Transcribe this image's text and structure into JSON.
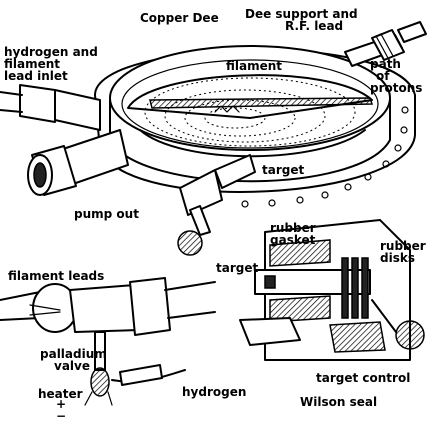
{
  "labels": {
    "copper_dee": "Copper Dee",
    "dee_support": [
      "Dee support and",
      "R.F. lead"
    ],
    "hydrogen_inlet": [
      "hydrogen and",
      "filament",
      "lead inlet"
    ],
    "filament": "filament",
    "path_of_protons": [
      "path",
      "of",
      "protons"
    ],
    "target_top": "target",
    "pump_out": "pump out",
    "rubber_gasket": [
      "rubber",
      "gasket"
    ],
    "rubber_disks": [
      "rubber",
      "disks"
    ],
    "target_seal": "target",
    "filament_leads": "filament leads",
    "palladium_valve": [
      "palladium",
      "valve"
    ],
    "heater": "heater",
    "plus_minus": [
      "+",
      "−"
    ],
    "hydrogen": "hydrogen",
    "target_control": "target control",
    "wilson_seal": "Wilson seal"
  }
}
